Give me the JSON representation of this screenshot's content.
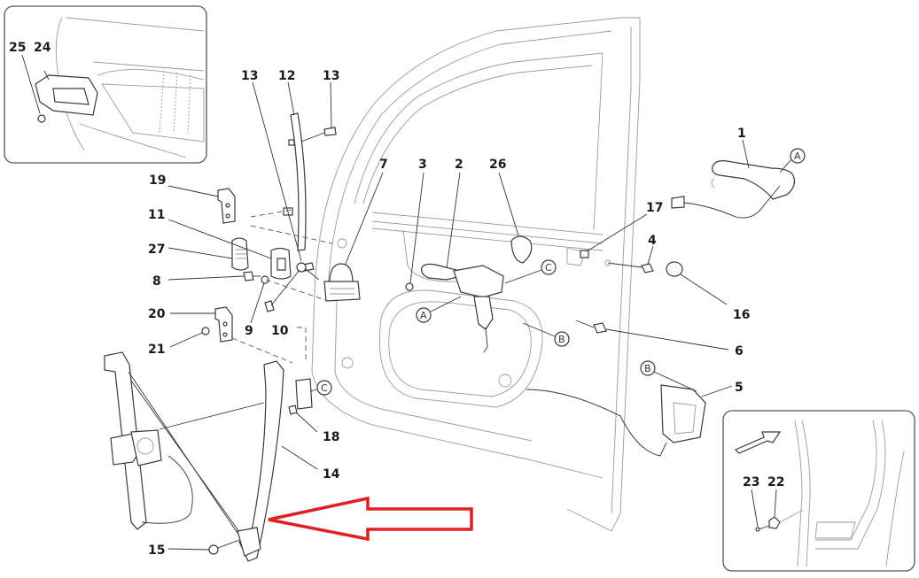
{
  "diagram": {
    "title": "Front door — window regulator, handles and lock exploded view",
    "part_labels": [
      "1",
      "2",
      "3",
      "4",
      "5",
      "6",
      "7",
      "8",
      "9",
      "10",
      "11",
      "12",
      "13",
      "13",
      "14",
      "15",
      "16",
      "17",
      "18",
      "19",
      "20",
      "21",
      "22",
      "23",
      "24",
      "25",
      "26",
      "27"
    ],
    "callouts": {
      "a": "A",
      "b": "B",
      "c": "C"
    },
    "labels": {
      "p1": "1",
      "p2": "2",
      "p3": "3",
      "p4": "4",
      "p5": "5",
      "p6": "6",
      "p7": "7",
      "p8": "8",
      "p9": "9",
      "p10": "10",
      "p11": "11",
      "p12": "12",
      "p13a": "13",
      "p13b": "13",
      "p14": "14",
      "p15": "15",
      "p16": "16",
      "p17": "17",
      "p18": "18",
      "p19": "19",
      "p20": "20",
      "p21": "21",
      "p22": "22",
      "p23": "23",
      "p24": "24",
      "p25": "25",
      "p26": "26",
      "p27": "27"
    },
    "insets": {
      "top_left": "Door trim panel detail (parts 24, 25)",
      "bottom_right": "Door pillar striker detail (parts 22, 23)"
    },
    "highlight": {
      "description": "Red arrow pointing at window regulator rail (part 14)",
      "color": "#e02020"
    }
  }
}
